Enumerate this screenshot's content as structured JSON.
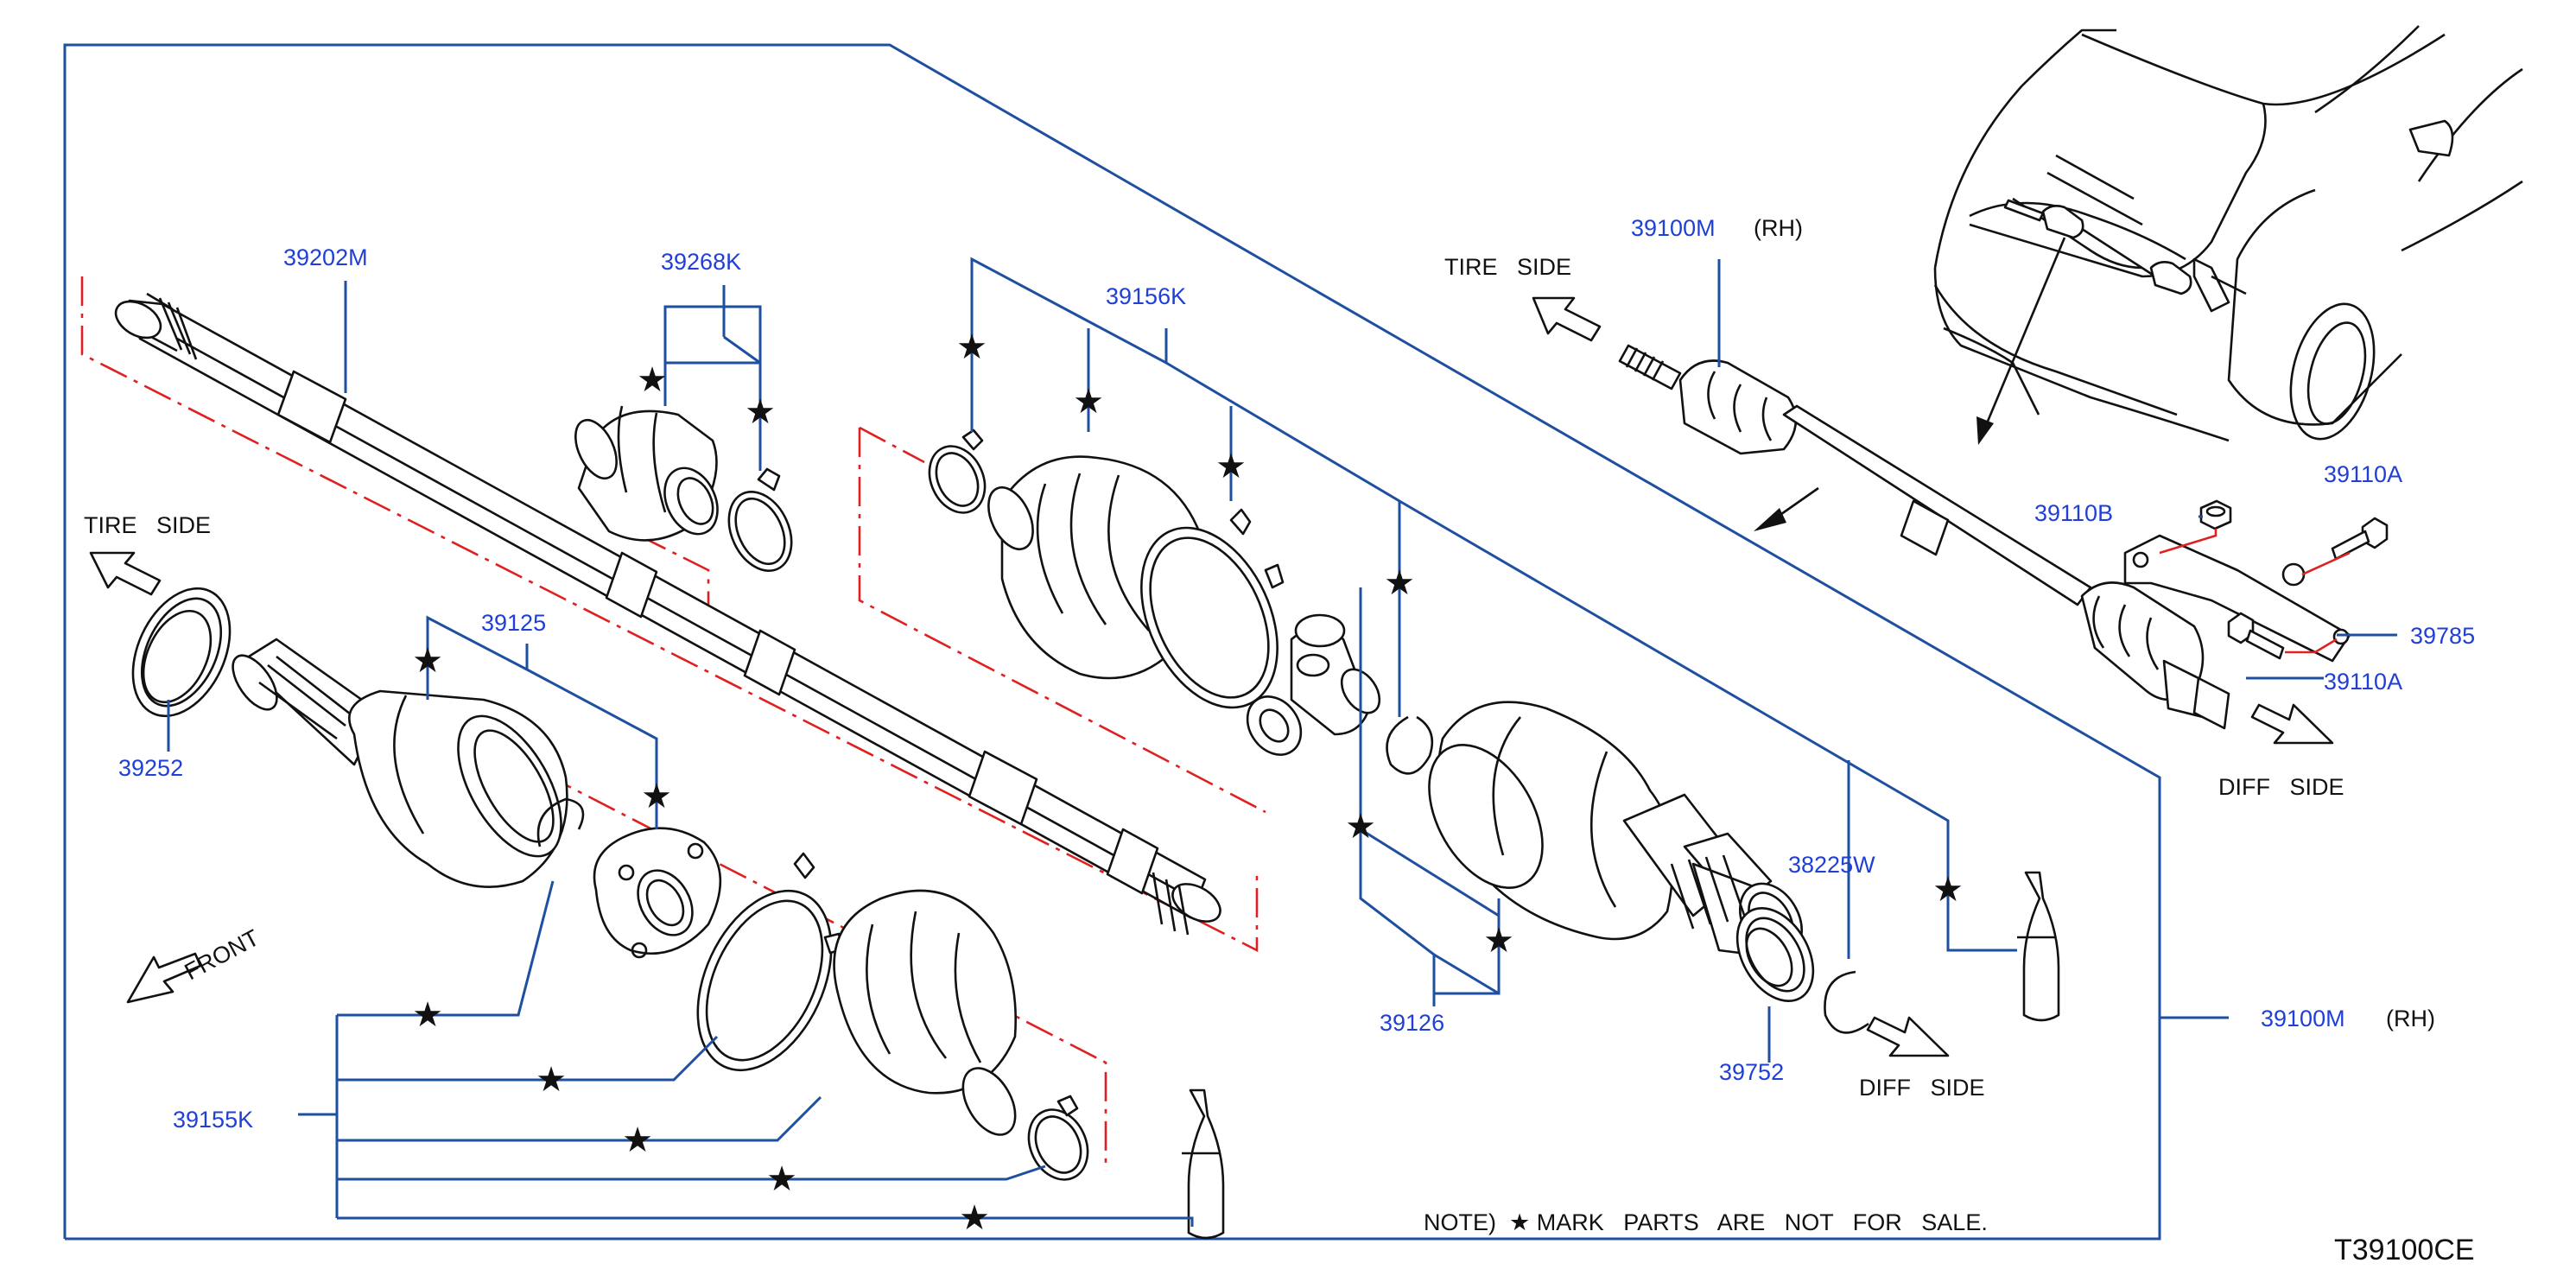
{
  "diagram": {
    "code": "T39100CE",
    "note": "NOTE)  ★ MARK   PARTS   ARE   NOT   FOR   SALE.",
    "star_symbol": "★",
    "accent_color": "#1f3fd6",
    "frame_color": "#1e4fa0",
    "guide_color": "#e02020",
    "part_numbers": {
      "p39202M": "39202M",
      "p39268K": "39268K",
      "p39156K": "39156K",
      "p39125": "39125",
      "p39252": "39252",
      "p39126": "39126",
      "p39155K": "39155K",
      "p39752": "39752",
      "p38225W": "38225W",
      "p39100M_top": "39100M",
      "p39100M_right": "39100M",
      "p39110B": "39110B",
      "p39110A_top": "39110A",
      "p39110A_bottom": "39110A",
      "p39785": "39785"
    },
    "direction_labels": {
      "tire_side_left": "TIRE   SIDE",
      "tire_side_top": "TIRE   SIDE",
      "diff_side_bottom": "DIFF   SIDE",
      "diff_side_right": "DIFF   SIDE",
      "front": "FRONT",
      "rh_top": "(RH)",
      "rh_right": "(RH)"
    }
  }
}
